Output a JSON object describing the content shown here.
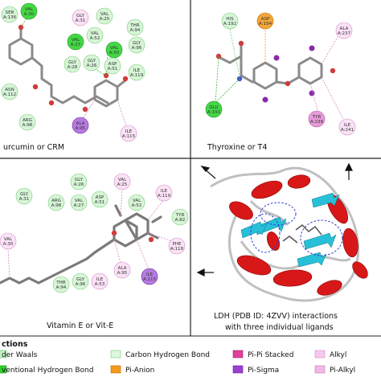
{
  "panels": {
    "curcumin": {
      "title": "urcumin or CRM",
      "residues": [
        "SER A:136",
        "VAL A:30",
        "GLY A:31",
        "VAL A:25",
        "THR A:94",
        "VAL A:27",
        "VAL A:52",
        "VAL A:50",
        "GLY A:96",
        "GLY A:28",
        "GLY A:26",
        "ASP A:51",
        "ILE A:119",
        "ASN A:112",
        "ARG A:98",
        "ALA A:95",
        "ILE A:115"
      ]
    },
    "thyroxine": {
      "title": "Thyroxine or T4",
      "residues": [
        "HIS A:192",
        "ASP A:194",
        "ALA A:237",
        "GLU A:191",
        "TYR A:238",
        "ILE A:241"
      ]
    },
    "vitamin": {
      "title": "Vitamin E or Vit-E",
      "residues": [
        "GLY A:26",
        "VAL A:25",
        "ILE A:119",
        "GLY A:31",
        "ARG A:98",
        "VAL A:27",
        "ASP A:51",
        "VAL A:52",
        "TYR A:82",
        "VAL A:30",
        "ALA A:95",
        "PHE A:118",
        "THR A:94",
        "GLY A:96",
        "ILE A:53",
        "ILE A:115"
      ]
    },
    "ldh": {
      "caption_line1": "LDH (PDB ID: 4ZVV) interactions",
      "caption_line2": "with three individual ligands"
    }
  },
  "legend": {
    "heading": "ctions",
    "items": [
      {
        "label": "der Waals",
        "color": "#c8f0c8",
        "border": "#5cbf5c"
      },
      {
        "label": "ventional Hydrogen Bond",
        "color": "#2fd02f",
        "border": "#1b8f1b"
      },
      {
        "label": "Carbon Hydrogen Bond",
        "color": "#def7de",
        "border": "#6fcf6f"
      },
      {
        "label": "Pi-Anion",
        "color": "#f39a1c",
        "border": "#b86a00"
      },
      {
        "label": "Pi-Pi Stacked",
        "color": "#e0409a",
        "border": "#a0206a"
      },
      {
        "label": "Pi-Sigma",
        "color": "#9b3fd0",
        "border": "#6a1f99"
      },
      {
        "label": "Alkyl",
        "color": "#f7c8ee",
        "border": "#d08ac0"
      },
      {
        "label": "Pi-Alkyl",
        "color": "#f3b6e8",
        "border": "#c27ab5"
      }
    ]
  },
  "colors": {
    "vdw_fill": "#d7f5d7",
    "hbond_fill": "#44d844",
    "alkyl_fill": "#fbe2f6",
    "pisigma_fill": "#b67be0",
    "anion_fill": "#f4a63a",
    "helix": "#d81818",
    "sheet": "#28c0d8",
    "coil": "#c0c0c0"
  }
}
